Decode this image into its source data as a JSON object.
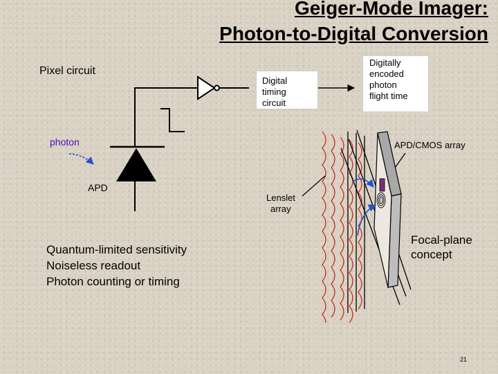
{
  "title": {
    "line1": "Geiger-Mode Imager:",
    "line2": "Photon-to-Digital Conversion"
  },
  "circuit": {
    "pixel_label": "Pixel circuit",
    "photon_label": "photon",
    "apd_label": "APD",
    "timing_box": [
      "Digital",
      "timing",
      "circuit"
    ]
  },
  "output_box": [
    "Digitally",
    "encoded",
    "photon",
    "flight time"
  ],
  "array": {
    "array_label": "APD/CMOS array",
    "lenslet_label": [
      "Lenslet",
      "array"
    ],
    "focal_label": [
      "Focal-plane",
      "concept"
    ]
  },
  "benefits": [
    "Quantum-limited sensitivity",
    "Noiseless readout",
    "Photon counting or timing"
  ],
  "page_number": "21",
  "colors": {
    "photon": "#4b0fc4",
    "lens": "#cc2b1d",
    "arrow": "#2255cc",
    "detector": "#7a2f7a"
  }
}
